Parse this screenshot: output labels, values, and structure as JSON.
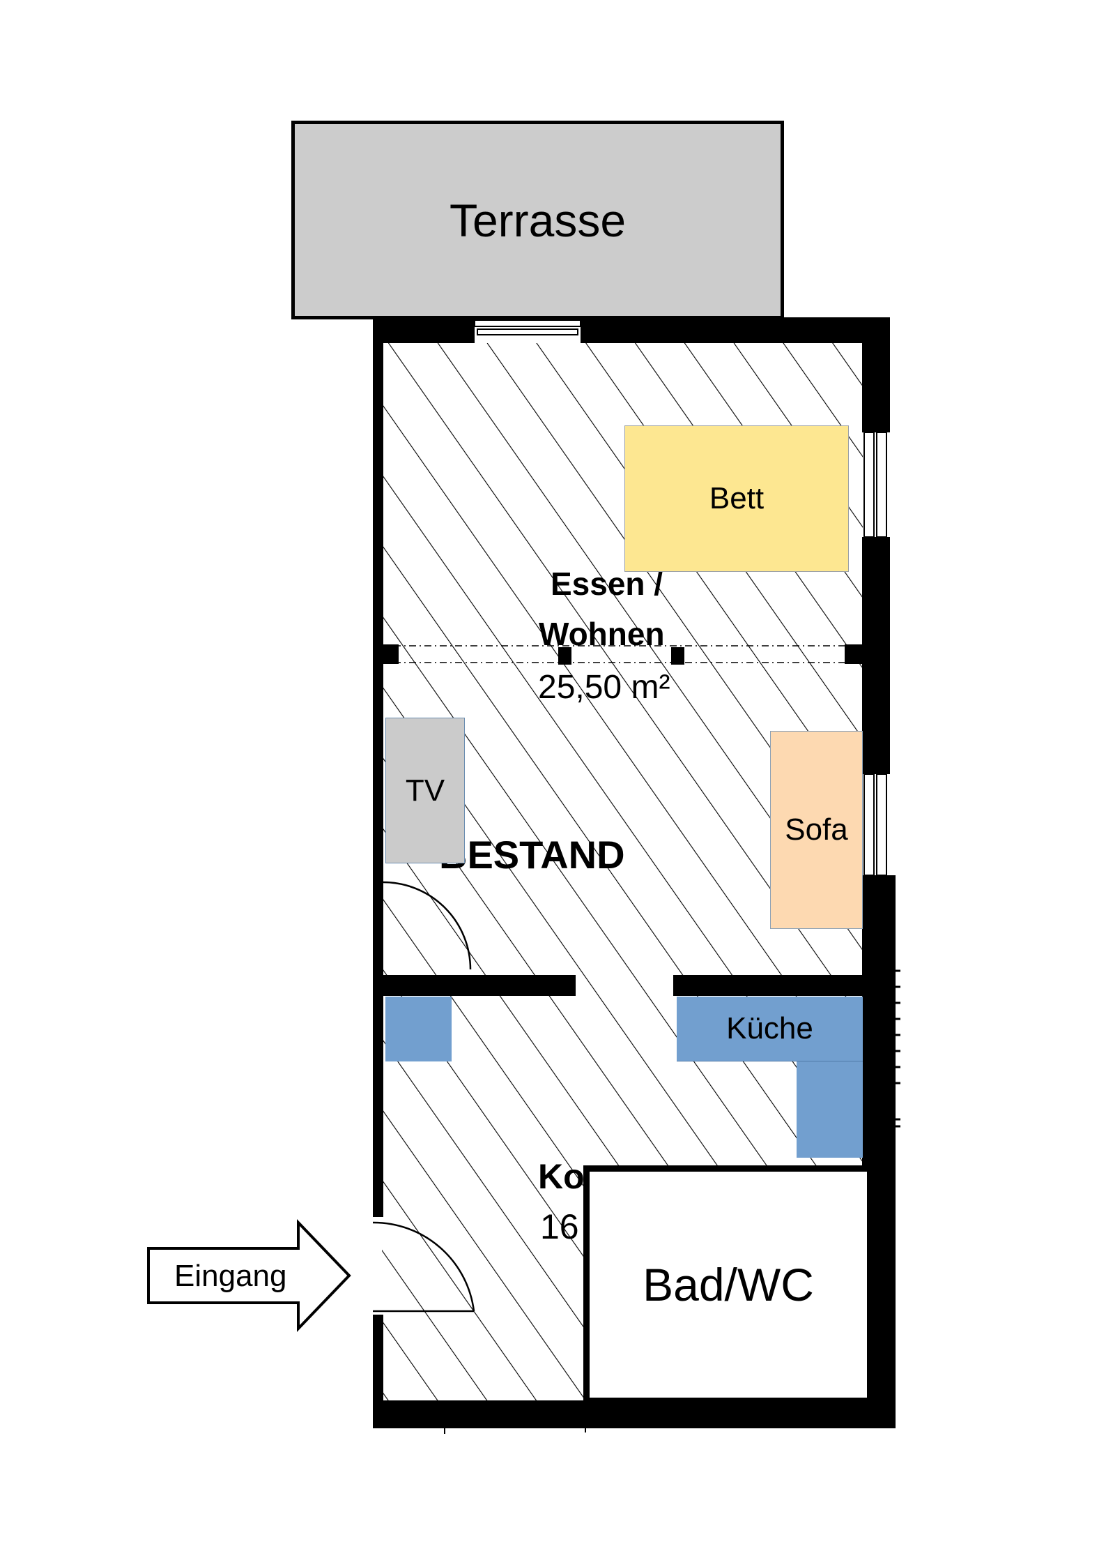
{
  "title": "Grundriss",
  "colors": {
    "terrace": "#cccccc",
    "bed": "#fde791",
    "tv": "#cbcbcb",
    "sofa": "#fdd9b1",
    "kitchen": "#729fcf",
    "wall": "#000000",
    "background": "#ffffff"
  },
  "rooms": {
    "terrace": {
      "label": "Terrasse"
    },
    "living": {
      "name_line1": "Essen /",
      "name_line2": "Wohnen",
      "area": "25,50 m²",
      "stamp": "BESTAND"
    },
    "kitchen_room": {
      "name_partial": "Ko",
      "area_partial": "16"
    },
    "bathroom": {
      "label": "Bad/WC"
    }
  },
  "furniture": {
    "bed": {
      "label": "Bett"
    },
    "tv": {
      "label": "TV"
    },
    "sofa": {
      "label": "Sofa"
    },
    "kitchen": {
      "label": "Küche"
    }
  },
  "entrance": {
    "label": "Eingang",
    "icon": "arrow-right-icon"
  }
}
